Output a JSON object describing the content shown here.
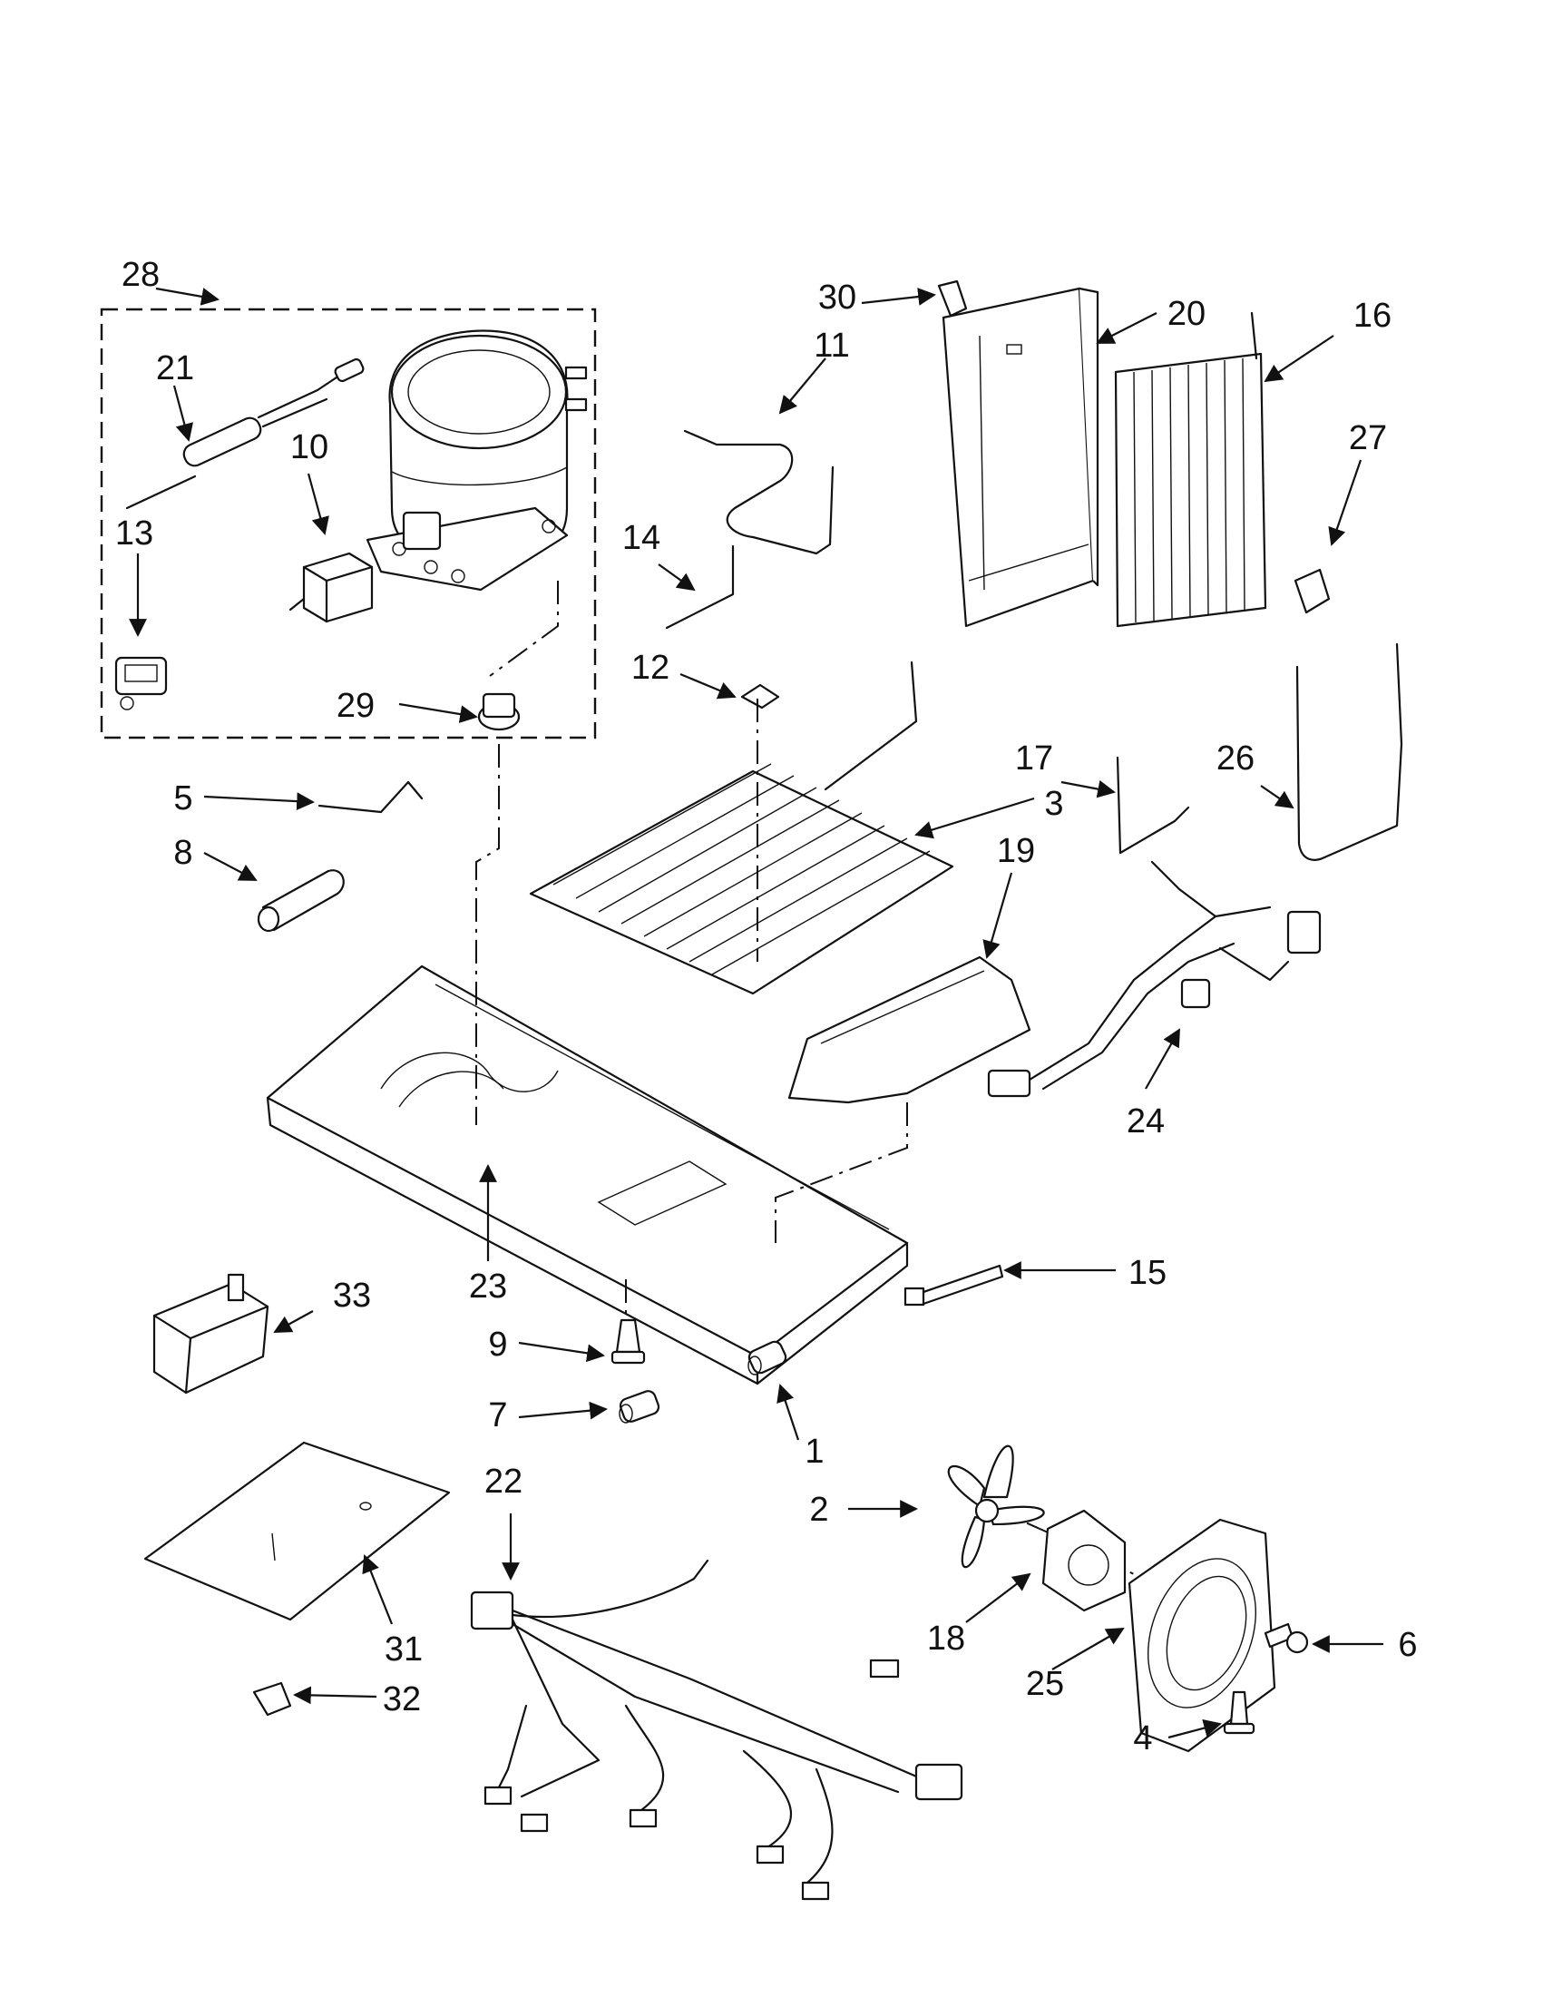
{
  "callouts": [
    {
      "id": "1",
      "label": "1"
    },
    {
      "id": "2",
      "label": "2"
    },
    {
      "id": "3",
      "label": "3"
    },
    {
      "id": "4",
      "label": "4"
    },
    {
      "id": "5",
      "label": "5"
    },
    {
      "id": "6",
      "label": "6"
    },
    {
      "id": "7",
      "label": "7"
    },
    {
      "id": "8",
      "label": "8"
    },
    {
      "id": "9",
      "label": "9"
    },
    {
      "id": "10",
      "label": "10"
    },
    {
      "id": "11",
      "label": "11"
    },
    {
      "id": "12",
      "label": "12"
    },
    {
      "id": "13",
      "label": "13"
    },
    {
      "id": "14",
      "label": "14"
    },
    {
      "id": "15",
      "label": "15"
    },
    {
      "id": "16",
      "label": "16"
    },
    {
      "id": "17",
      "label": "17"
    },
    {
      "id": "18",
      "label": "18"
    },
    {
      "id": "19",
      "label": "19"
    },
    {
      "id": "20",
      "label": "20"
    },
    {
      "id": "21",
      "label": "21"
    },
    {
      "id": "22",
      "label": "22"
    },
    {
      "id": "23",
      "label": "23"
    },
    {
      "id": "24",
      "label": "24"
    },
    {
      "id": "25",
      "label": "25"
    },
    {
      "id": "26",
      "label": "26"
    },
    {
      "id": "27",
      "label": "27"
    },
    {
      "id": "28",
      "label": "28"
    },
    {
      "id": "29",
      "label": "29"
    },
    {
      "id": "30",
      "label": "30"
    },
    {
      "id": "31",
      "label": "31"
    },
    {
      "id": "32",
      "label": "32"
    },
    {
      "id": "33",
      "label": "33"
    }
  ],
  "colors": {
    "ink": "#111111",
    "background": "#ffffff"
  }
}
